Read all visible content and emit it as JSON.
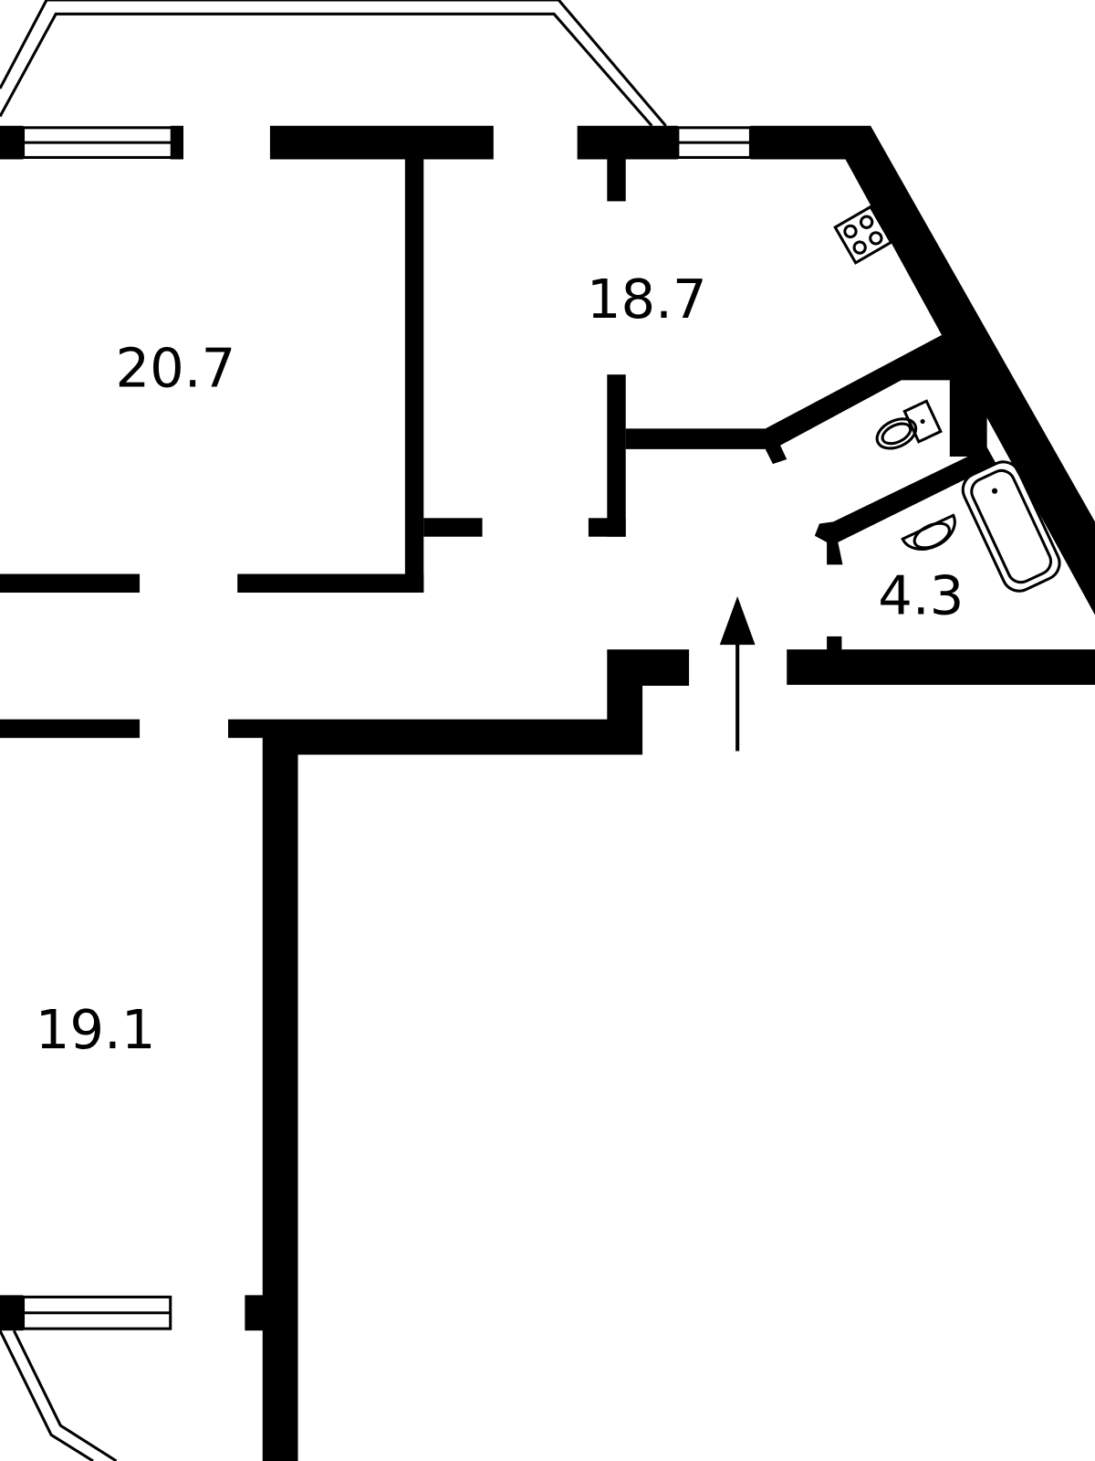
{
  "floor_plan": {
    "rooms": [
      {
        "id": "room-left-top",
        "area": "20.7"
      },
      {
        "id": "kitchen",
        "area": "18.7"
      },
      {
        "id": "bathroom",
        "area": "4.3"
      },
      {
        "id": "room-left-bottom",
        "area": "19.1"
      }
    ],
    "symbols": [
      "stove-icon",
      "toilet-icon",
      "sink-icon",
      "bathtub-icon",
      "entrance-arrow-icon"
    ],
    "colors": {
      "wall": "#000000",
      "background": "#ffffff"
    }
  }
}
